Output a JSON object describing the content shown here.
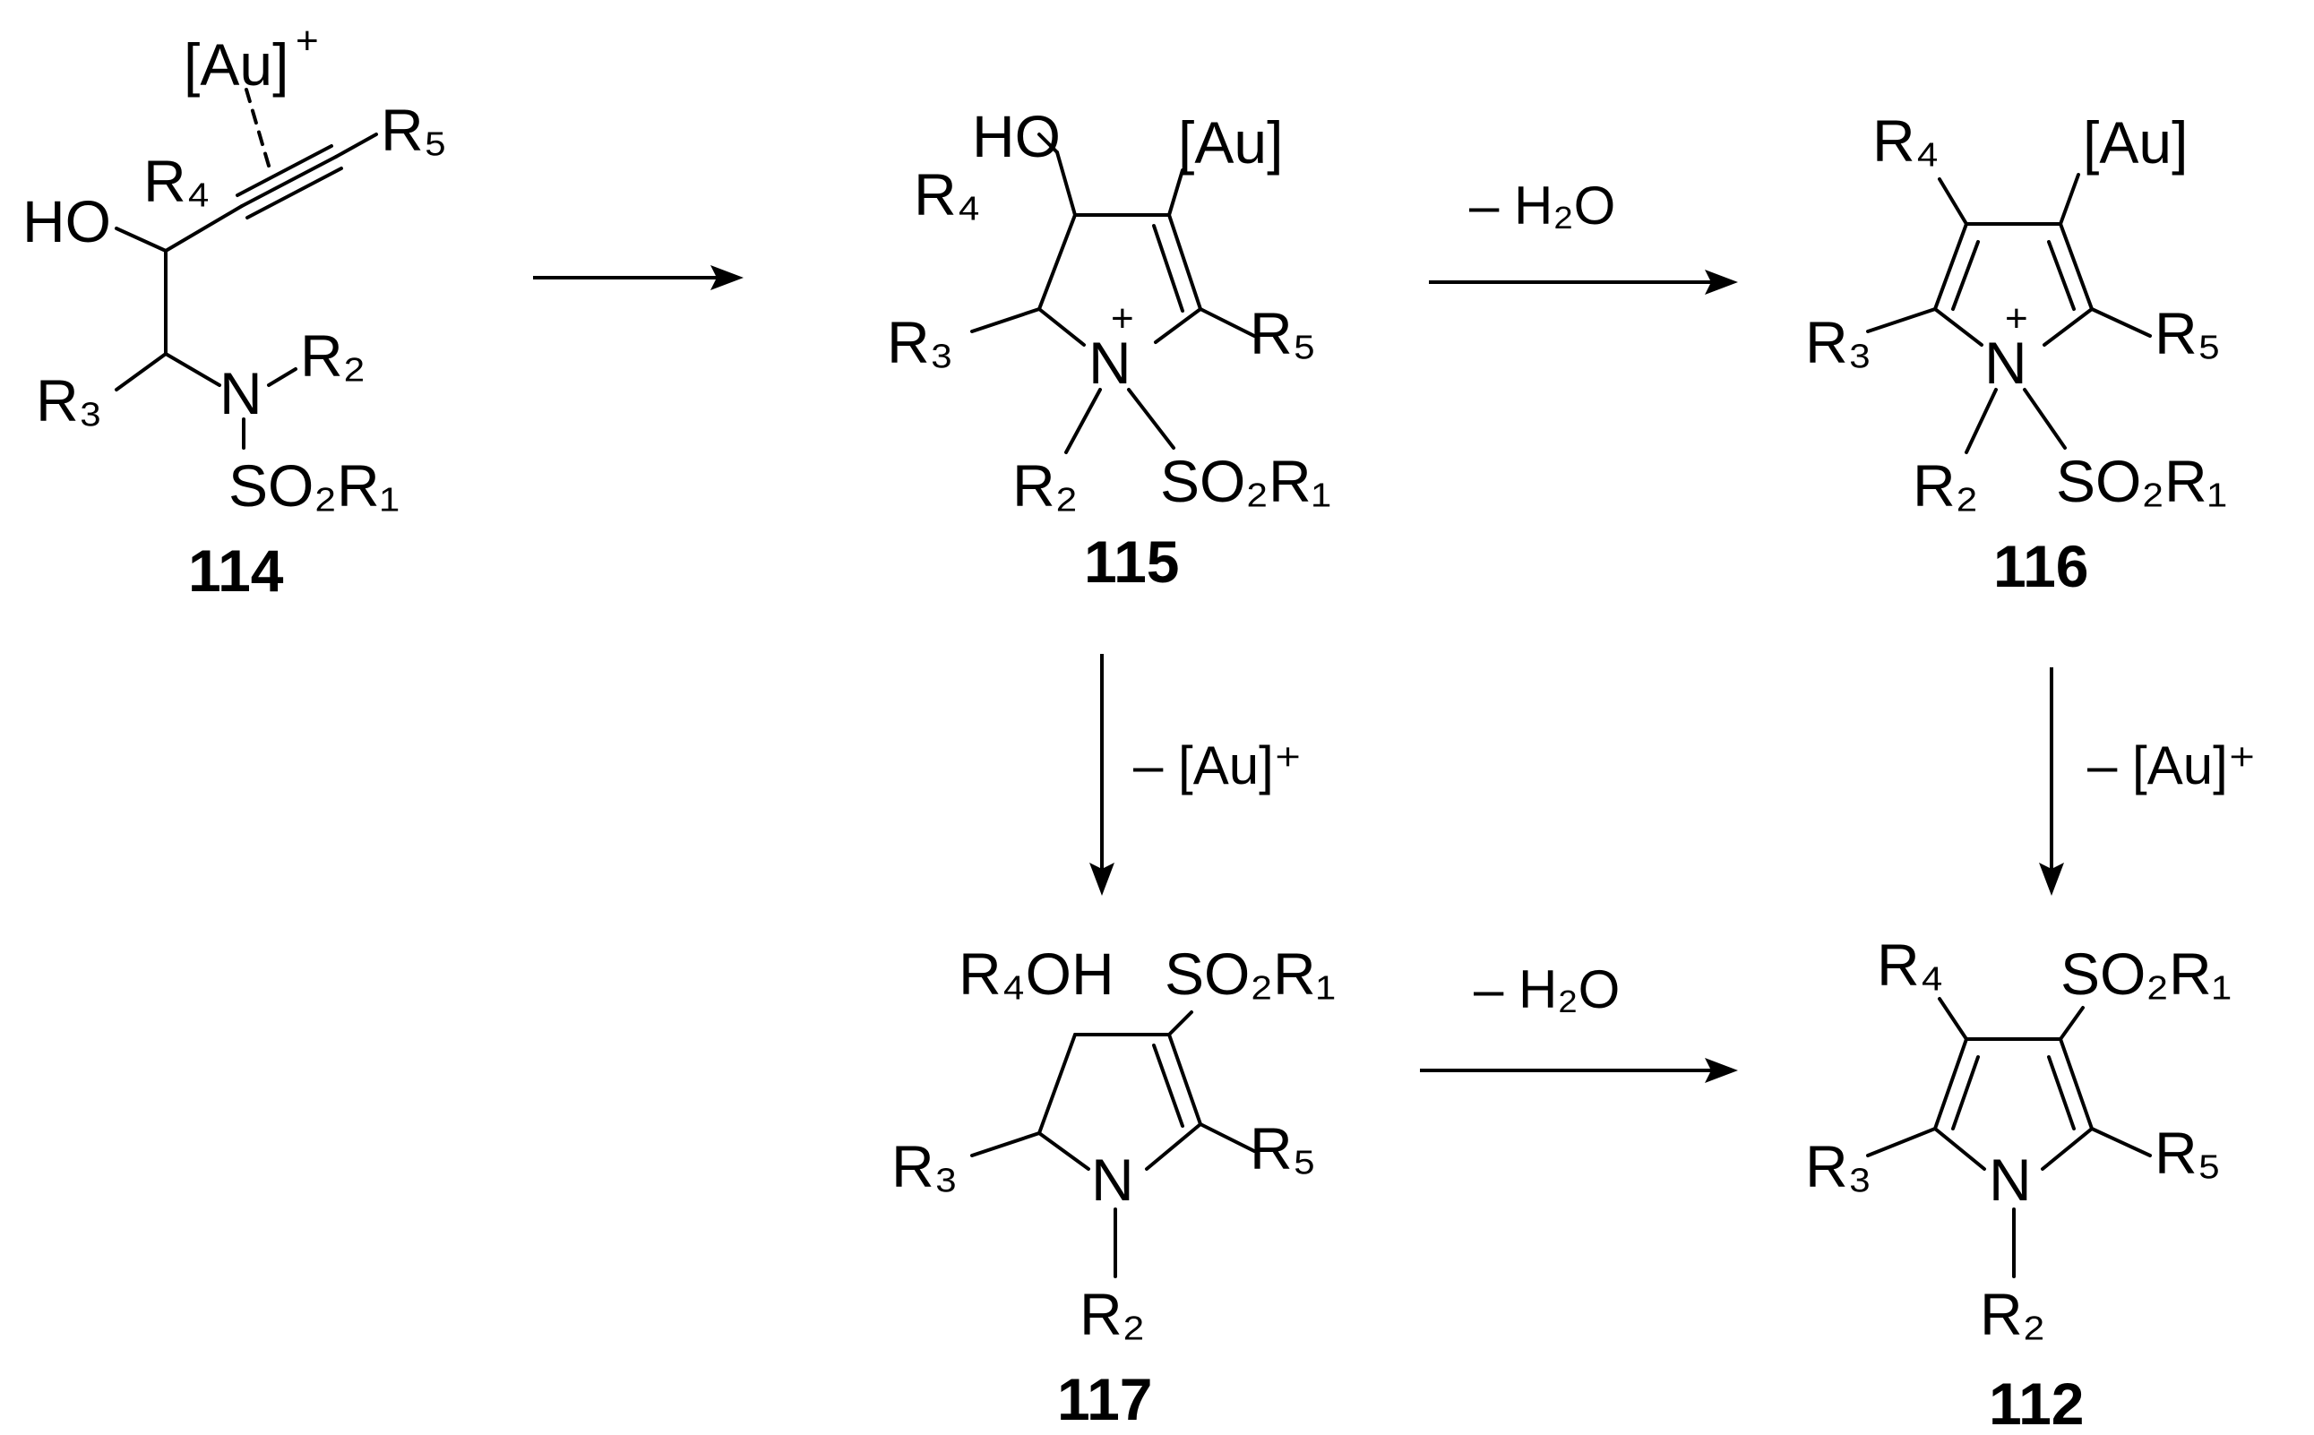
{
  "compounds": [
    {
      "id": "114",
      "label": "114"
    },
    {
      "id": "115",
      "label": "115"
    },
    {
      "id": "116",
      "label": "116"
    },
    {
      "id": "117",
      "label": "117"
    },
    {
      "id": "112",
      "label": "112"
    }
  ],
  "steps": [
    {
      "from": "114",
      "to": "115",
      "reagent": ""
    },
    {
      "from": "115",
      "to": "116",
      "reagent": "– H₂O"
    },
    {
      "from": "115",
      "to": "117",
      "reagent": "– [Au]⁺"
    },
    {
      "from": "116",
      "to": "112",
      "reagent": "– [Au]⁺"
    },
    {
      "from": "117",
      "to": "112",
      "reagent": "– H₂O"
    }
  ],
  "atom_labels": {
    "au_cation": "[Au]",
    "au": "[Au]",
    "ho": "HO",
    "oh": "OH",
    "n": "N",
    "plus": "+",
    "r4": "R₄",
    "r5": "R₅",
    "r3": "R₃",
    "r2": "R₂",
    "so2r1": "SO₂R₁",
    "r4oh": "R₄OH"
  },
  "colors": {
    "ink": "#000000",
    "background": "#ffffff"
  }
}
